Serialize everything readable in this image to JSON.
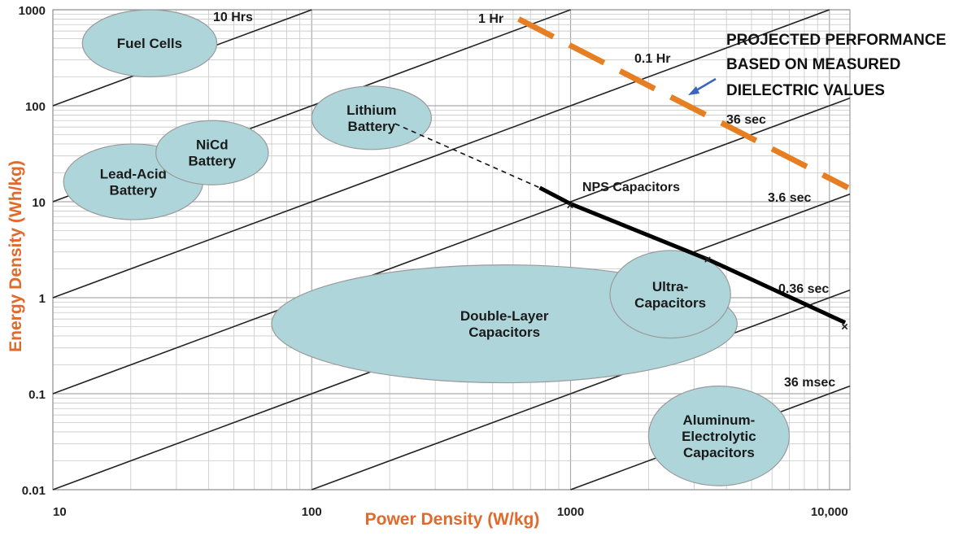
{
  "chart_data": {
    "type": "scatter",
    "scale": "log-log",
    "xlabel": "Power Density (W/kg)",
    "ylabel": "Energy Density (Wh/kg)",
    "xlim": [
      10,
      12000
    ],
    "ylim": [
      0.01,
      1000
    ],
    "x_ticks": [
      {
        "value": 10,
        "label": "10"
      },
      {
        "value": 100,
        "label": "100"
      },
      {
        "value": 1000,
        "label": "1000"
      },
      {
        "value": 10000,
        "label": "10,000"
      }
    ],
    "y_ticks": [
      {
        "value": 1000,
        "label": "1000"
      },
      {
        "value": 100,
        "label": "100"
      },
      {
        "value": 10,
        "label": "10"
      },
      {
        "value": 1,
        "label": "1"
      },
      {
        "value": 0.1,
        "label": "0.1"
      },
      {
        "value": 0.01,
        "label": "0.01"
      }
    ],
    "grid": true,
    "regions": [
      {
        "name": "fuel-cells",
        "lines": [
          "Fuel Cells"
        ],
        "x_range": [
          13,
          43
        ],
        "y_range": [
          200,
          1000
        ]
      },
      {
        "name": "lead-acid",
        "lines": [
          "Lead-Acid",
          "Battery"
        ],
        "x_range": [
          11,
          38
        ],
        "y_range": [
          6.5,
          40
        ]
      },
      {
        "name": "nicd",
        "lines": [
          "NiCd",
          "Battery"
        ],
        "x_range": [
          25,
          68
        ],
        "y_range": [
          15,
          70
        ]
      },
      {
        "name": "lithium",
        "lines": [
          "Lithium",
          "Battery"
        ],
        "x_range": [
          100,
          290
        ],
        "y_range": [
          35,
          160
        ]
      },
      {
        "name": "double-layer",
        "lines": [
          "Double-Layer",
          "Capacitors"
        ],
        "x_range": [
          70,
          4400
        ],
        "y_range": [
          0.13,
          2.2
        ]
      },
      {
        "name": "ultra",
        "lines": [
          "Ultra-",
          "Capacitors"
        ],
        "x_range": [
          1420,
          4150
        ],
        "y_range": [
          0.38,
          3.1
        ]
      },
      {
        "name": "aluminum",
        "lines": [
          "Aluminum-",
          "Electrolytic",
          "Capacitors"
        ],
        "x_range": [
          2000,
          7000
        ],
        "y_range": [
          0.011,
          0.12
        ]
      }
    ],
    "time_constants": [
      {
        "label": "10 Hrs",
        "hours": 10
      },
      {
        "label": "1 Hr",
        "hours": 1
      },
      {
        "label": "0.1 Hr",
        "hours": 0.1
      },
      {
        "label": "36 sec",
        "hours": 0.01
      },
      {
        "label": "3.6 sec",
        "hours": 0.001
      },
      {
        "label": "0.36 sec",
        "hours": 0.0001
      },
      {
        "label": "36 msec",
        "hours": 1e-05
      }
    ],
    "series": [
      {
        "name": "NPS Capacitors",
        "style": "solid",
        "points": [
          {
            "x": 760,
            "y": 14
          },
          {
            "x": 1000,
            "y": 9.5
          },
          {
            "x": 3400,
            "y": 2.5
          },
          {
            "x": 11500,
            "y": 0.55
          }
        ],
        "markers": [
          {
            "x": 1000,
            "y": 9.2
          },
          {
            "x": 3400,
            "y": 2.5
          },
          {
            "x": 11500,
            "y": 0.5
          }
        ]
      },
      {
        "style": "dashed",
        "points": [
          {
            "x": 210,
            "y": 65
          },
          {
            "x": 760,
            "y": 14
          }
        ]
      },
      {
        "name": "PROJECTED PERFORMANCE BASED ON MEASURED DIELECTRIC VALUES",
        "style": "orange-dashed",
        "points": [
          {
            "x": 630,
            "y": 800
          },
          {
            "x": 11800,
            "y": 14
          }
        ]
      }
    ],
    "annotations": {
      "nps_label": "NPS Capacitors",
      "projected": [
        "PROJECTED PERFORMANCE",
        "BASED ON MEASURED",
        "DIELECTRIC VALUES"
      ]
    },
    "colors": {
      "region_fill": "#aed6da",
      "region_stroke": "#9a9a9a",
      "projection": "#e67e22",
      "axis_title": "#e06a2c",
      "arrow": "#3a66c0",
      "time_line": "#222222",
      "grid": "#c8c8c8"
    }
  }
}
